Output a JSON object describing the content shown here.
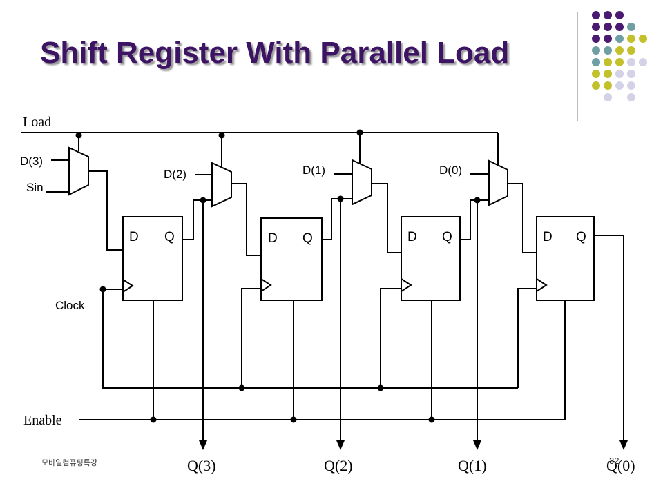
{
  "slide": {
    "title": "Shift Register With Parallel Load",
    "footer_left": "모바일컴퓨팅특강",
    "page_number": "32"
  },
  "circuit": {
    "labels": {
      "load": "Load",
      "enable": "Enable",
      "clock": "Clock",
      "sin": "Sin",
      "d3": "D(3)",
      "d2": "D(2)",
      "d1": "D(1)",
      "d0": "D(0)"
    },
    "flip_flops": [
      {
        "d": "D",
        "q": "Q"
      },
      {
        "d": "D",
        "q": "Q"
      },
      {
        "d": "D",
        "q": "Q"
      },
      {
        "d": "D",
        "q": "Q"
      }
    ],
    "outputs": [
      "Q(3)",
      "Q(2)",
      "Q(1)",
      "Q(0)"
    ]
  },
  "decoration": {
    "dot_colors": {
      "purple": "#4a1a70",
      "teal": "#6f9fa3",
      "olive": "#c3c12b",
      "lavender": "#d4d2e7"
    }
  }
}
